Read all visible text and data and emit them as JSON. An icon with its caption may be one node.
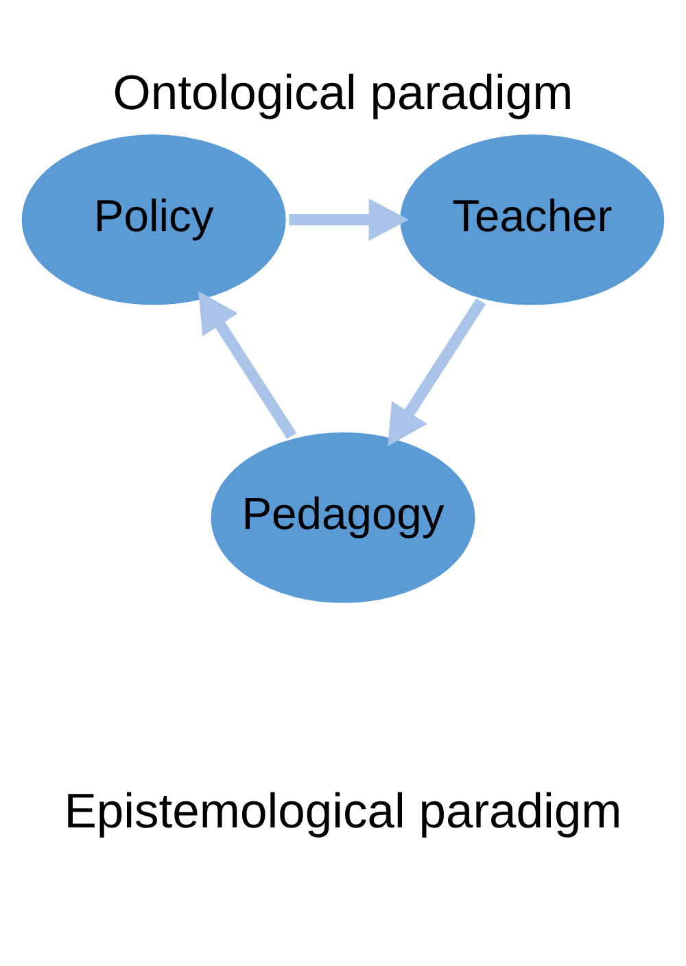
{
  "diagram": {
    "title": "Ontological paradigm",
    "caption": "Epistemological paradigm",
    "nodes": [
      {
        "text": [
          "Policy"
        ]
      },
      {
        "text": [
          "Teacher"
        ]
      },
      {
        "text": [
          "Pedagogy"
        ]
      }
    ],
    "edges": [
      {
        "from": 0,
        "to": 1,
        "arrow": "to"
      },
      {
        "from": 1,
        "to": 2,
        "arrow": "to"
      },
      {
        "from": 2,
        "to": 0,
        "arrow": "to"
      }
    ]
  }
}
